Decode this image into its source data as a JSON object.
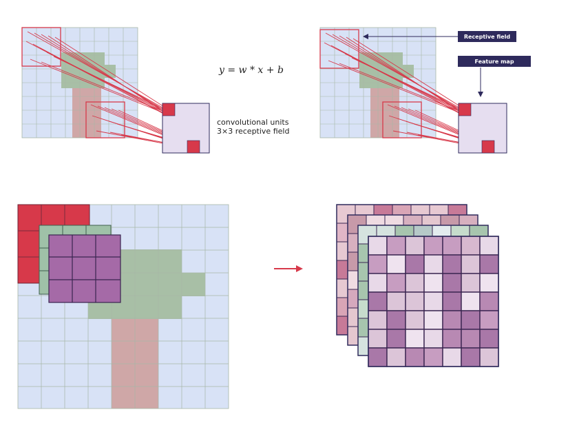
{
  "equation": "y = w * x + b",
  "caption": {
    "line1": "convolutional units",
    "line2": "3×3 receptive field"
  },
  "labels": {
    "receptive_field": "Receptive field",
    "feature_map": "Feature map"
  },
  "colors": {
    "grid_fill": "#d8e2f6",
    "grid_line": "#a7b7a7",
    "shape_green": "#a8bfa6",
    "shape_pink": "#cfa7a7",
    "highlight_red": "#d7394a",
    "kernel_green": "#9fc1a8",
    "kernel_purple": "#a56aa7",
    "feature_map_fill": "#e6def0",
    "feature_map_border": "#2e2a5c",
    "arrow": "#d7394a",
    "label_bg": "#2e2a5c"
  },
  "icons": {
    "transform_arrow": "right-arrow-icon",
    "pointer_arrow": "left-arrow-icon",
    "down_arrow": "down-arrow-icon"
  }
}
